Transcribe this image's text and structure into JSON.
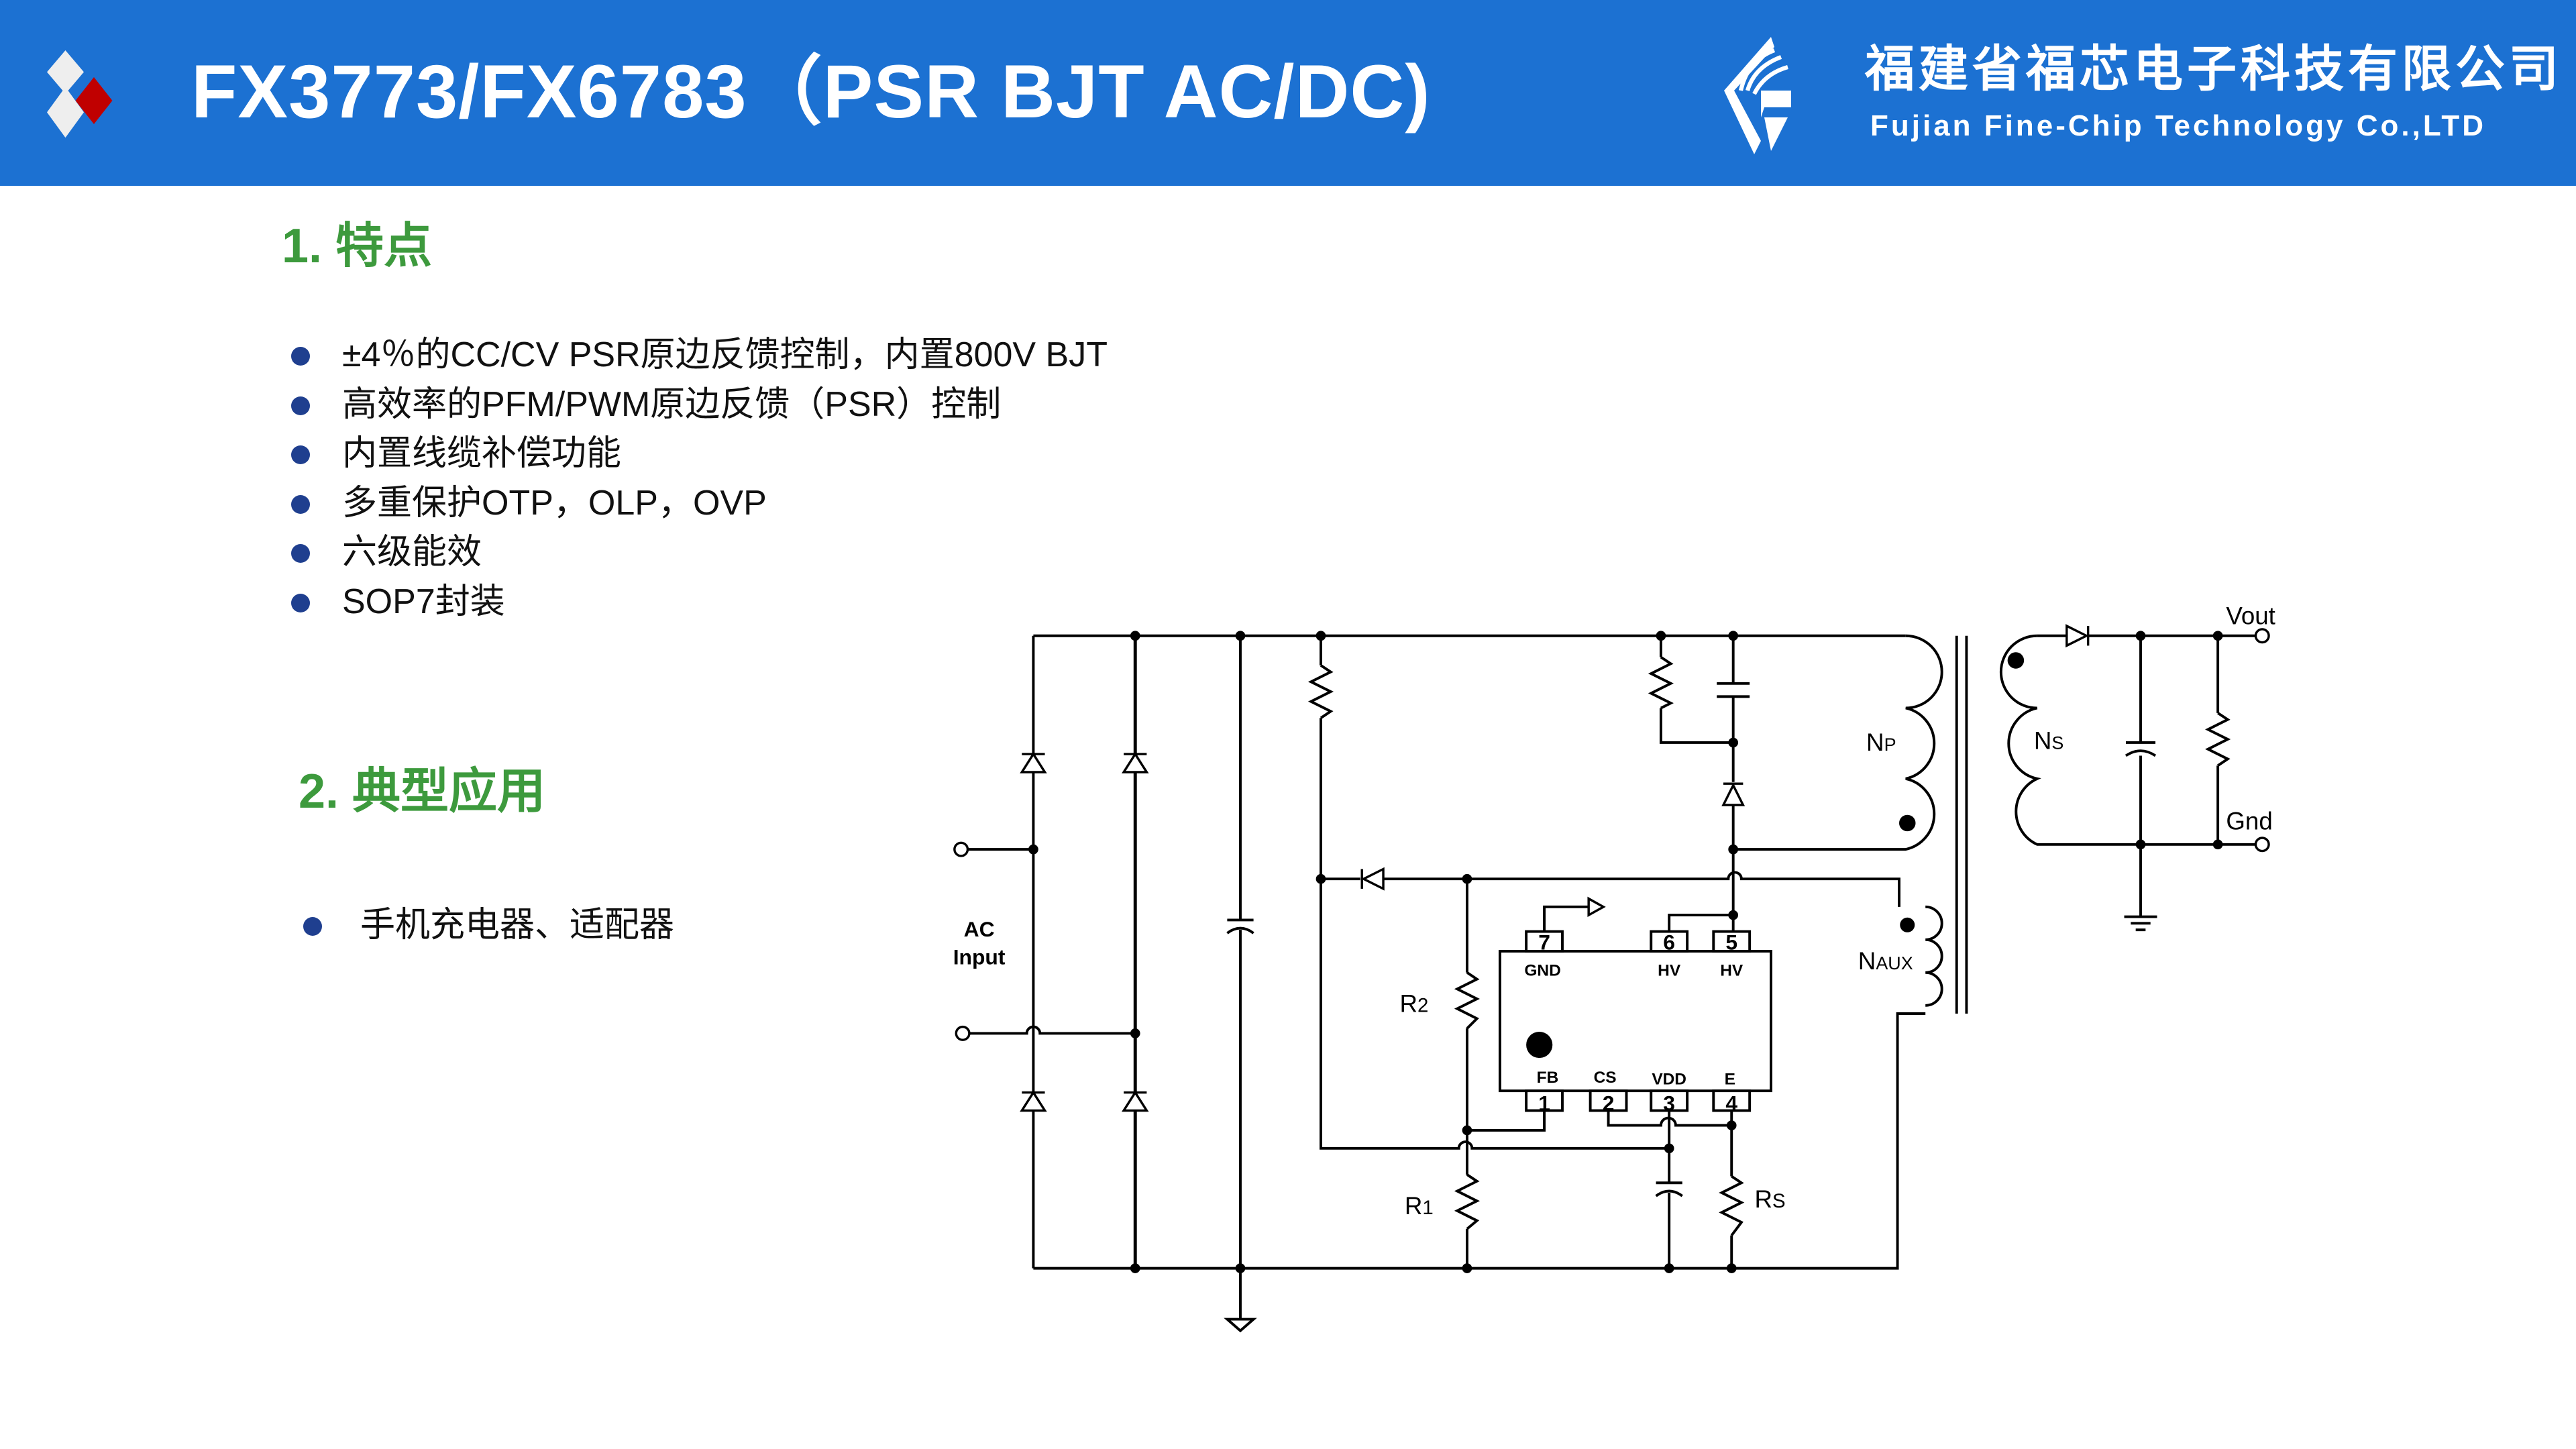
{
  "header": {
    "title": "FX3773/FX6783（PSR BJT AC/DC)",
    "company_cn": "福建省福芯电子科技有限公司",
    "company_en": "Fujian Fine-Chip Technology Co.,LTD",
    "brand_color": "#1c71d2",
    "logo_accent": "#c00000"
  },
  "features": {
    "title": "1. 特点",
    "items": [
      "±4％的CC/CV PSR原边反馈控制，内置800V BJT",
      "高效率的PFM/PWM原边反馈（PSR）控制",
      "内置线缆补偿功能",
      "多重保护OTP，OLP，OVP",
      "六级能效",
      "SOP7封装"
    ]
  },
  "applications": {
    "title": "2. 典型应用",
    "items": [
      "手机充电器、适配器"
    ]
  },
  "schematic": {
    "ac_label_1": "AC",
    "ac_label_2": "Input",
    "ic": {
      "pins_top": [
        {
          "num": "7",
          "name": "GND"
        },
        {
          "num": "6",
          "name": "HV"
        },
        {
          "num": "5",
          "name": "HV"
        }
      ],
      "pins_bottom": [
        {
          "num": "1",
          "name": "FB"
        },
        {
          "num": "2",
          "name": "CS"
        },
        {
          "num": "3",
          "name": "VDD"
        },
        {
          "num": "4",
          "name": "E"
        }
      ]
    },
    "labels": {
      "r1": "R",
      "r1_sub": "1",
      "r2": "R",
      "r2_sub": "2",
      "rs": "R",
      "rs_sub": "S",
      "np": "N",
      "np_sub": "P",
      "ns": "N",
      "ns_sub": "S",
      "naux": "N",
      "naux_sub": "AUX",
      "vout": "Vout",
      "gnd": "Gnd"
    }
  },
  "colors": {
    "section_title": "#3d9a3d",
    "bullet": "#1f3f8f"
  }
}
